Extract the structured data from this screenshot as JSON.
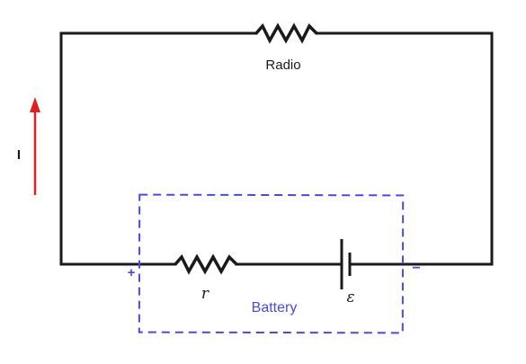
{
  "components": {
    "load_label": "Radio",
    "internal_resistance_label": "r",
    "emf_label": "ε",
    "battery_label": "Battery",
    "positive_terminal": "+",
    "negative_terminal": "−",
    "current_label": "I"
  },
  "colors": {
    "wire": "#1a1a1a",
    "battery_box": "#4a4ae0",
    "current_arrow": "#e02020",
    "text": "#1a1a1a"
  }
}
